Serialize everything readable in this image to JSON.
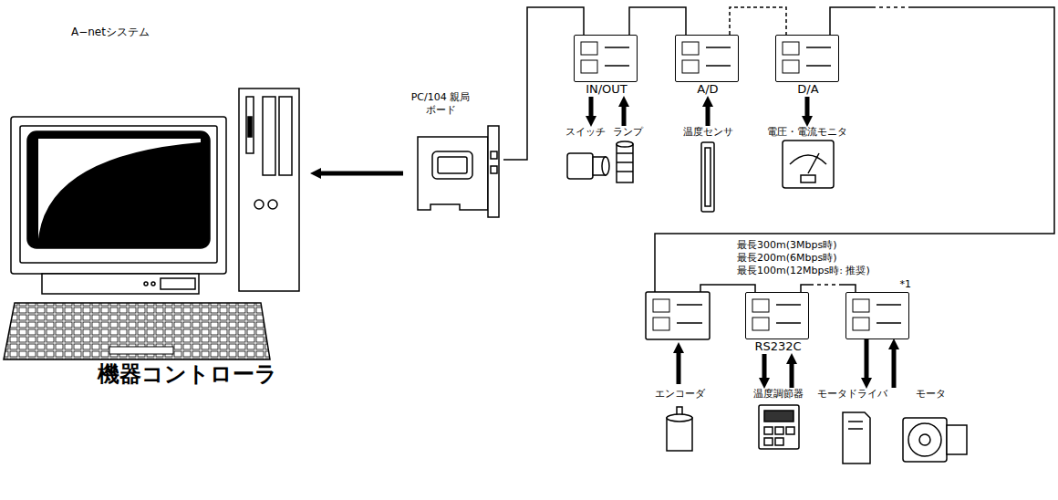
{
  "diagram": {
    "nodes": [
      {
        "text": [
          "機器コントローラ"
        ]
      },
      {
        "text": [
          "PC/104 親局ボード"
        ]
      },
      {
        "text": [
          "IN/OUT"
        ]
      },
      {
        "text": [
          "A/D"
        ]
      },
      {
        "text": [
          "D/A"
        ]
      },
      {
        "text": [
          "スイッチ"
        ]
      },
      {
        "text": [
          "ランプ"
        ]
      },
      {
        "text": [
          "温度センサ"
        ]
      },
      {
        "text": [
          "電圧・電流モニタ"
        ]
      },
      {
        "text": [
          "RS232C"
        ]
      },
      {
        "text": [
          "*1"
        ]
      },
      {
        "text": [
          "エンコーダ"
        ]
      },
      {
        "text": [
          "温度調節器"
        ]
      },
      {
        "text": [
          "モータドライバ"
        ]
      },
      {
        "text": [
          "モータ"
        ]
      }
    ],
    "edges": [
      {
        "from": 1,
        "to": 0,
        "arrow": "to"
      },
      {
        "from": 1,
        "to": 2,
        "arrow": "none"
      },
      {
        "from": 2,
        "to": 3,
        "arrow": "none"
      },
      {
        "from": 3,
        "to": 4,
        "arrow": "none"
      },
      {
        "from": 2,
        "to": 5,
        "arrow": "to"
      },
      {
        "from": 6,
        "to": 2,
        "arrow": "to"
      },
      {
        "from": 7,
        "to": 3,
        "arrow": "to"
      },
      {
        "from": 4,
        "to": 8,
        "arrow": "to"
      },
      {
        "from": 9,
        "to": 12,
        "arrow": "to"
      },
      {
        "from": 12,
        "to": 9,
        "arrow": "to"
      },
      {
        "from": 10,
        "to": 13,
        "arrow": "to"
      },
      {
        "from": 14,
        "to": 10,
        "arrow": "to"
      }
    ],
    "labels": [
      "A−netシステム",
      "最長300m(3Mbps時)",
      "最長200m(6Mbps時)",
      "最長100m(12Mbps時: 推奨)"
    ]
  }
}
